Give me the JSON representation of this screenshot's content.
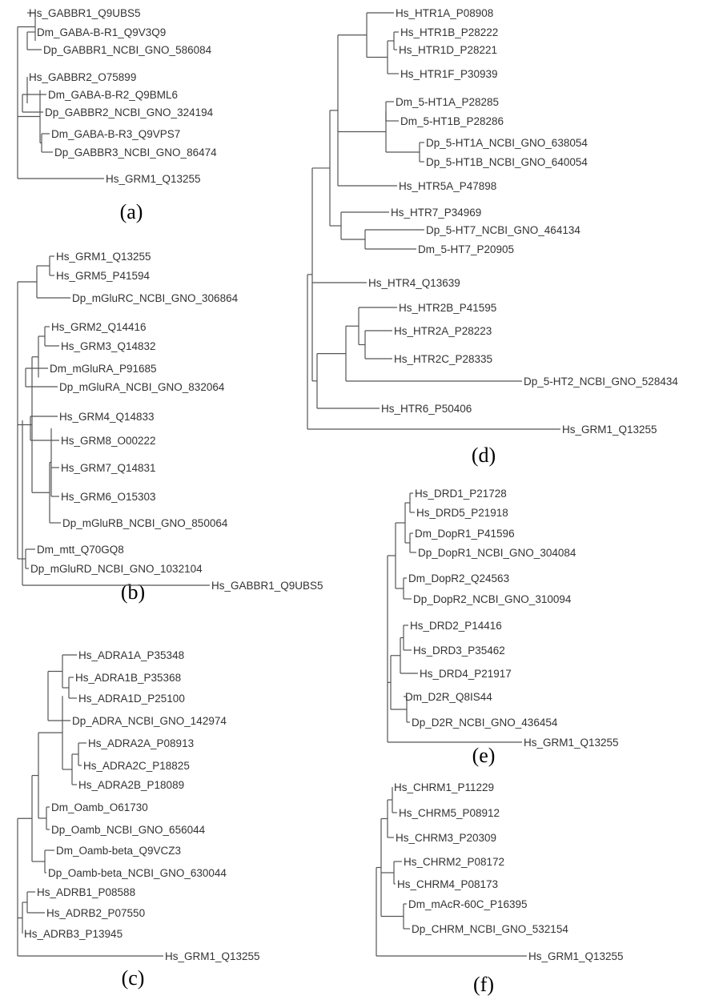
{
  "panels": [
    {
      "id": "a",
      "caption": "(a)",
      "tree": {
        "c": [
          {
            "c": [
              {
                "label": "Hs_GABBR1_Q9UBS5"
              },
              {
                "c": [
                  {
                    "label": "Dm_GABA-B-R1_Q9V3Q9"
                  },
                  {
                    "label": "Dp_GABBR1_NCBI_GNO_586084"
                  }
                ]
              }
            ]
          },
          {
            "c": [
              {
                "c": [
                  {
                    "label": "Hs_GABBR2_O75899"
                  },
                  {
                    "c": [
                      {
                        "label": "Dm_GABA-B-R2_Q9BML6"
                      },
                      {
                        "label": "Dp_GABBR2_NCBI_GNO_324194"
                      }
                    ]
                  }
                ]
              },
              {
                "c": [
                  {
                    "label": "Dm_GABA-B-R3_Q9VPS7"
                  },
                  {
                    "label": "Dp_GABBR3_NCBI_GNO_86474"
                  }
                ]
              }
            ]
          },
          {
            "label": "Hs_GRM1_Q13255"
          }
        ]
      }
    },
    {
      "id": "b",
      "caption": "(b)",
      "tree": {
        "c": [
          {
            "c": [
              {
                "c": [
                  {
                    "c": [
                      {
                        "label": "Hs_GRM1_Q13255"
                      },
                      {
                        "label": "Hs_GRM5_P41594"
                      }
                    ]
                  },
                  {
                    "label": "Dp_mGluRC_NCBI_GNO_306864"
                  }
                ]
              },
              {
                "c": [
                  {
                    "c": [
                      {
                        "c": [
                          {
                            "label": "Hs_GRM2_Q14416"
                          },
                          {
                            "label": "Hs_GRM3_Q14832"
                          }
                        ]
                      },
                      {
                        "c": [
                          {
                            "label": "Dm_mGluRA_P91685"
                          },
                          {
                            "label": "Dp_mGluRA_NCBI_GNO_832064"
                          }
                        ]
                      }
                    ]
                  },
                  {
                    "c": [
                      {
                        "c": [
                          {
                            "c": [
                              {
                                "label": "Hs_GRM4_Q14833"
                              },
                              {
                                "label": "Hs_GRM8_O00222"
                              }
                            ]
                          },
                          {
                            "label": "Hs_GRM7_Q14831"
                          },
                          {
                            "label": "Hs_GRM6_O15303"
                          }
                        ]
                      },
                      {
                        "label": "Dp_mGluRB_NCBI_GNO_850064"
                      }
                    ]
                  }
                ]
              },
              {
                "c": [
                  {
                    "label": "Dm_mtt_Q70GQ8"
                  },
                  {
                    "label": "Dp_mGluRD_NCBI_GNO_1032104"
                  }
                ]
              }
            ]
          },
          {
            "label": "Hs_GABBR1_Q9UBS5"
          }
        ]
      }
    },
    {
      "id": "c",
      "caption": "(c)",
      "tree": {
        "c": [
          {
            "c": [
              {
                "c": [
                  {
                    "c": [
                      {
                        "c": [
                          {
                            "c": [
                              {
                                "label": "Hs_ADRA1A_P35348"
                              },
                              {
                                "c": [
                                  {
                                    "label": "Hs_ADRA1B_P35368"
                                  },
                                  {
                                    "label": "Hs_ADRA1D_P25100"
                                  }
                                ]
                              }
                            ]
                          },
                          {
                            "label": "Dp_ADRA_NCBI_GNO_142974"
                          }
                        ]
                      },
                      {
                        "c": [
                          {
                            "c": [
                              {
                                "label": "Hs_ADRA2A_P08913"
                              },
                              {
                                "label": "Hs_ADRA2C_P18825"
                              }
                            ]
                          },
                          {
                            "label": "Hs_ADRA2B_P18089"
                          }
                        ]
                      }
                    ]
                  },
                  {
                    "c": [
                      {
                        "label": "Dm_Oamb_O61730"
                      },
                      {
                        "label": "Dp_Oamb_NCBI_GNO_656044"
                      }
                    ]
                  }
                ]
              },
              {
                "c": [
                  {
                    "label": "Dm_Oamb-beta_Q9VCZ3"
                  },
                  {
                    "label": "Dp_Oamb-beta_NCBI_GNO_630044"
                  }
                ]
              }
            ]
          },
          {
            "c": [
              {
                "c": [
                  {
                    "label": "Hs_ADRB1_P08588"
                  },
                  {
                    "label": "Hs_ADRB2_P07550"
                  }
                ]
              },
              {
                "label": "Hs_ADRB3_P13945"
              }
            ]
          },
          {
            "label": "Hs_GRM1_Q13255"
          }
        ]
      }
    },
    {
      "id": "d",
      "caption": "(d)",
      "tree": {
        "c": [
          {
            "c": [
              {
                "c": [
                  {
                    "c": [
                      {
                        "c": [
                          {
                            "label": "Hs_HTR1A_P08908"
                          },
                          {
                            "c": [
                              {
                                "c": [
                                  {
                                    "label": "Hs_HTR1B_P28222"
                                  },
                                  {
                                    "label": "Hs_HTR1D_P28221"
                                  }
                                ]
                              },
                              {
                                "label": "Hs_HTR1F_P30939"
                              }
                            ]
                          }
                        ]
                      },
                      {
                        "c": [
                          {
                            "c": [
                              {
                                "label": "Dm_5-HT1A_P28285"
                              },
                              {
                                "label": "Dm_5-HT1B_P28286"
                              }
                            ]
                          },
                          {
                            "c": [
                              {
                                "label": "Dp_5-HT1A_NCBI_GNO_638054"
                              },
                              {
                                "label": "Dp_5-HT1B_NCBI_GNO_640054"
                              }
                            ]
                          }
                        ]
                      },
                      {
                        "label": "Hs_HTR5A_P47898"
                      }
                    ]
                  },
                  {
                    "c": [
                      {
                        "label": "Hs_HTR7_P34969"
                      },
                      {
                        "c": [
                          {
                            "label": "Dp_5-HT7_NCBI_GNO_464134"
                          },
                          {
                            "label": "Dm_5-HT7_P20905"
                          }
                        ]
                      }
                    ]
                  }
                ]
              },
              {
                "label": "Hs_HTR4_Q13639"
              },
              {
                "c": [
                  {
                    "c": [
                      {
                        "c": [
                          {
                            "label": "Hs_HTR2B_P41595"
                          },
                          {
                            "c": [
                              {
                                "label": "Hs_HTR2A_P28223"
                              },
                              {
                                "label": "Hs_HTR2C_P28335"
                              }
                            ]
                          }
                        ]
                      },
                      {
                        "label": "Dp_5-HT2_NCBI_GNO_528434"
                      }
                    ]
                  },
                  {
                    "label": "Hs_HTR6_P50406"
                  }
                ]
              }
            ]
          },
          {
            "label": "Hs_GRM1_Q13255"
          }
        ]
      }
    },
    {
      "id": "e",
      "caption": "(e)",
      "tree": {
        "c": [
          {
            "c": [
              {
                "c": [
                  {
                    "c": [
                      {
                        "label": "Hs_DRD1_P21728"
                      },
                      {
                        "label": "Hs_DRD5_P21918"
                      }
                    ]
                  },
                  {
                    "c": [
                      {
                        "label": "Dm_DopR1_P41596"
                      },
                      {
                        "label": "Dp_DopR1_NCBI_GNO_304084"
                      }
                    ]
                  }
                ]
              },
              {
                "c": [
                  {
                    "label": "Dm_DopR2_Q24563"
                  },
                  {
                    "label": "Dp_DopR2_NCBI_GNO_310094"
                  }
                ]
              }
            ]
          },
          {
            "c": [
              {
                "c": [
                  {
                    "c": [
                      {
                        "label": "Hs_DRD2_P14416"
                      },
                      {
                        "label": "Hs_DRD3_P35462"
                      }
                    ]
                  },
                  {
                    "label": "Hs_DRD4_P21917"
                  }
                ]
              },
              {
                "c": [
                  {
                    "label": "Dm_D2R_Q8IS44"
                  },
                  {
                    "label": "Dp_D2R_NCBI_GNO_436454"
                  }
                ]
              }
            ]
          },
          {
            "label": "Hs_GRM1_Q13255"
          }
        ]
      }
    },
    {
      "id": "f",
      "caption": "(f)",
      "tree": {
        "c": [
          {
            "c": [
              {
                "c": [
                  {
                    "c": [
                      {
                        "label": "Hs_CHRM1_P11229"
                      },
                      {
                        "label": "Hs_CHRM5_P08912"
                      }
                    ]
                  },
                  {
                    "label": "Hs_CHRM3_P20309"
                  }
                ]
              },
              {
                "c": [
                  {
                    "label": "Hs_CHRM2_P08172"
                  },
                  {
                    "label": "Hs_CHRM4_P08173"
                  }
                ]
              },
              {
                "c": [
                  {
                    "label": "Dm_mAcR-60C_P16395"
                  },
                  {
                    "label": "Dp_CHRM_NCBI_GNO_532154"
                  }
                ]
              }
            ]
          },
          {
            "label": "Hs_GRM1_Q13255"
          }
        ]
      }
    }
  ]
}
